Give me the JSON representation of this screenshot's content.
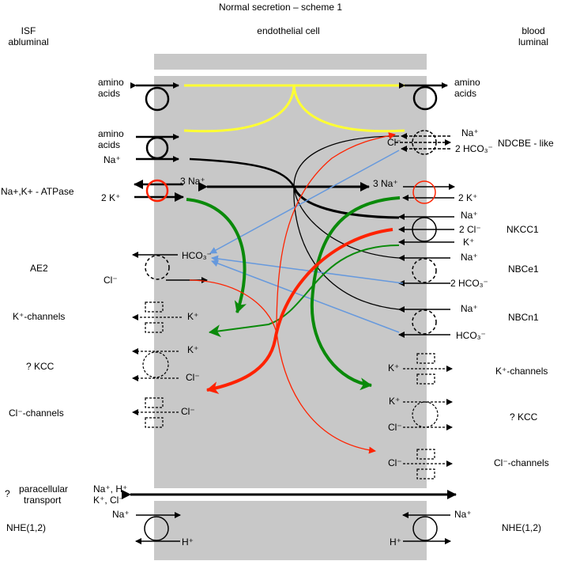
{
  "header": {
    "title": "Normal secretion – scheme 1",
    "left_line1": "ISF",
    "left_line2": "abluminal",
    "center": "endothelial cell",
    "right_line1": "blood",
    "right_line2": "luminal"
  },
  "left_labels": {
    "atpase": "Na+,K+ - ATPase",
    "ae2": "AE2",
    "kchannels": "K⁺-channels",
    "kcc": "? KCC",
    "clchannels": "Cl⁻-channels",
    "para_q": "?",
    "para1": "paracellular",
    "para2": "transport",
    "nhe": "NHE(1,2)"
  },
  "right_labels": {
    "ndcbe": "NDCBE - like",
    "nkcc1": "NKCC1",
    "nbce1": "NBCe1",
    "nbcn1": "NBCn1",
    "kchannels": "K⁺-channels",
    "kcc": "? KCC",
    "clchannels": "Cl⁻-channels",
    "nhe": "NHE(1,2)"
  },
  "ions": {
    "amino1": "amino",
    "acids": "acids",
    "na": "Na⁺",
    "k": "K⁺",
    "cl": "Cl⁻",
    "h": "H⁺",
    "na3": "3 Na⁺",
    "k2": "2 K⁺",
    "cl2": "2 Cl⁻",
    "hco3": "HCO₃⁻",
    "hco3_2": "2 HCO₃⁻",
    "para_ions1": "Na⁺, H⁺",
    "para_ions2": "K⁺, Cl⁻"
  },
  "colors": {
    "cell": "#c8c8c8",
    "amino_path": "#ffff33",
    "green": "#0a8a0a",
    "red": "#ff2200",
    "blue": "#6699dd"
  }
}
